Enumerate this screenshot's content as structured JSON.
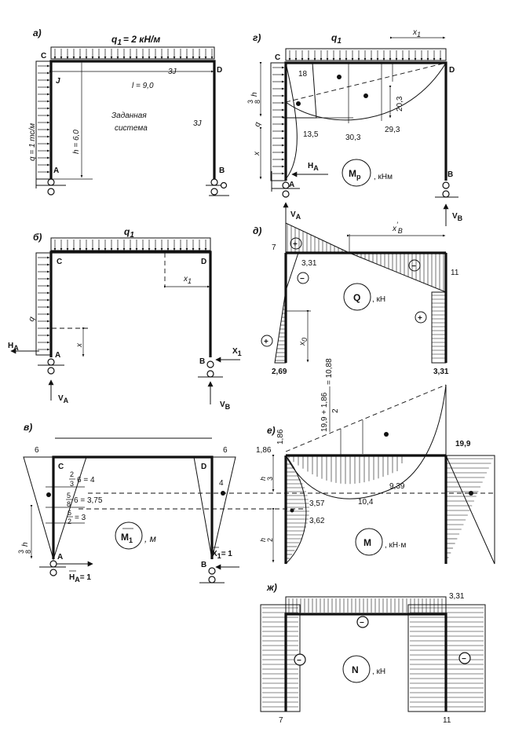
{
  "panels": {
    "a": {
      "letter": "а)",
      "q1": "q",
      "q1_sub": "1",
      "q1_val": "= 2 кН/м",
      "C": "C",
      "D": "D",
      "A": "A",
      "B": "B",
      "J": "J",
      "J3_beam": "3J",
      "J3_col": "3J",
      "span": "l = 9,0",
      "height": "h = 6,0",
      "q_left": "q = 1 тс/м",
      "caption_1": "Заданная",
      "caption_2": "система"
    },
    "b": {
      "letter": "б)",
      "q1": "q",
      "q1_sub": "1",
      "C": "C",
      "D": "D",
      "A": "A",
      "B": "B",
      "x1": "x",
      "x1_sub": "1",
      "x": "x",
      "q": "q",
      "HA": "H",
      "HA_sub": "A",
      "VA": "V",
      "VA_sub": "A",
      "VB": "V",
      "VB_sub": "B",
      "X1": "X",
      "X1_sub": "1"
    },
    "v": {
      "letter": "в)",
      "six_left": "6",
      "six_right": "6",
      "C": "C",
      "D": "D",
      "A": "A",
      "B": "B",
      "f1_num": "2",
      "f1_den": "3",
      "f1_rest": "6 = 4",
      "f2_num": "5",
      "f2_den": "8",
      "f2_rest": "6 = 3,75",
      "f3_num": "6",
      "f3_den": "2",
      "f3_rest": "= 3",
      "four": "4",
      "h_num": "3",
      "h_den": "8",
      "h_sym": "h",
      "M1": "M",
      "M1_sub": "1",
      "M1_unit": ", м",
      "HA1": "H",
      "HA1_sub": "A",
      "HA1_val": "= 1",
      "X1eq": "X",
      "X1eq_sub": "1",
      "X1eq_val": "= 1"
    },
    "g": {
      "letter": "г)",
      "q1": "q",
      "q1_sub": "1",
      "x1": "x",
      "x1_sub": "1",
      "C": "C",
      "D": "D",
      "A": "A",
      "B": "B",
      "v18": "18",
      "v13_5": "13,5",
      "v30_3": "30,3",
      "v29_3": "29,3",
      "v20_3": "20,3",
      "h_num": "3",
      "h_den": "8",
      "h_sym": "h",
      "q": "q",
      "x": "x",
      "HA": "H",
      "HA_sub": "A",
      "VA": "V",
      "VA_sub": "A",
      "VB": "V",
      "VB_sub": "B",
      "Mp": "M",
      "Mp_sub": "p",
      "Mp_unit": ", кНм"
    },
    "d": {
      "letter": "д)",
      "seven": "7",
      "v3_31_top": "3,31",
      "v11": "11",
      "xB": "x",
      "xB_sub": "B",
      "xB_prime": "′",
      "x0": "x",
      "x0_sub": "0",
      "v2_69": "2,69",
      "v3_31_bot": "3,31",
      "Q": "Q",
      "Q_unit": ", кН",
      "plus": "+",
      "minus": "−"
    },
    "e": {
      "letter": "е)",
      "v1_86_a": "1,86",
      "v1_86_b": "1,86",
      "v19_9": "19,9",
      "frac_num": "19,9 + 1,86",
      "frac_den": "2",
      "frac_res": "= 10,88",
      "v9_39": "9,39",
      "v10_4": "10,4",
      "v3_57": "3,57",
      "v3_62": "3,62",
      "h3_num": "h",
      "h3_den": "3",
      "h2_num": "h",
      "h2_den": "2",
      "M": "M",
      "M_unit": ", кН·м"
    },
    "zh": {
      "letter": "ж)",
      "v3_31": "3,31",
      "seven": "7",
      "v11": "11",
      "N": "N",
      "N_unit": ", кН",
      "minus": "−"
    }
  }
}
